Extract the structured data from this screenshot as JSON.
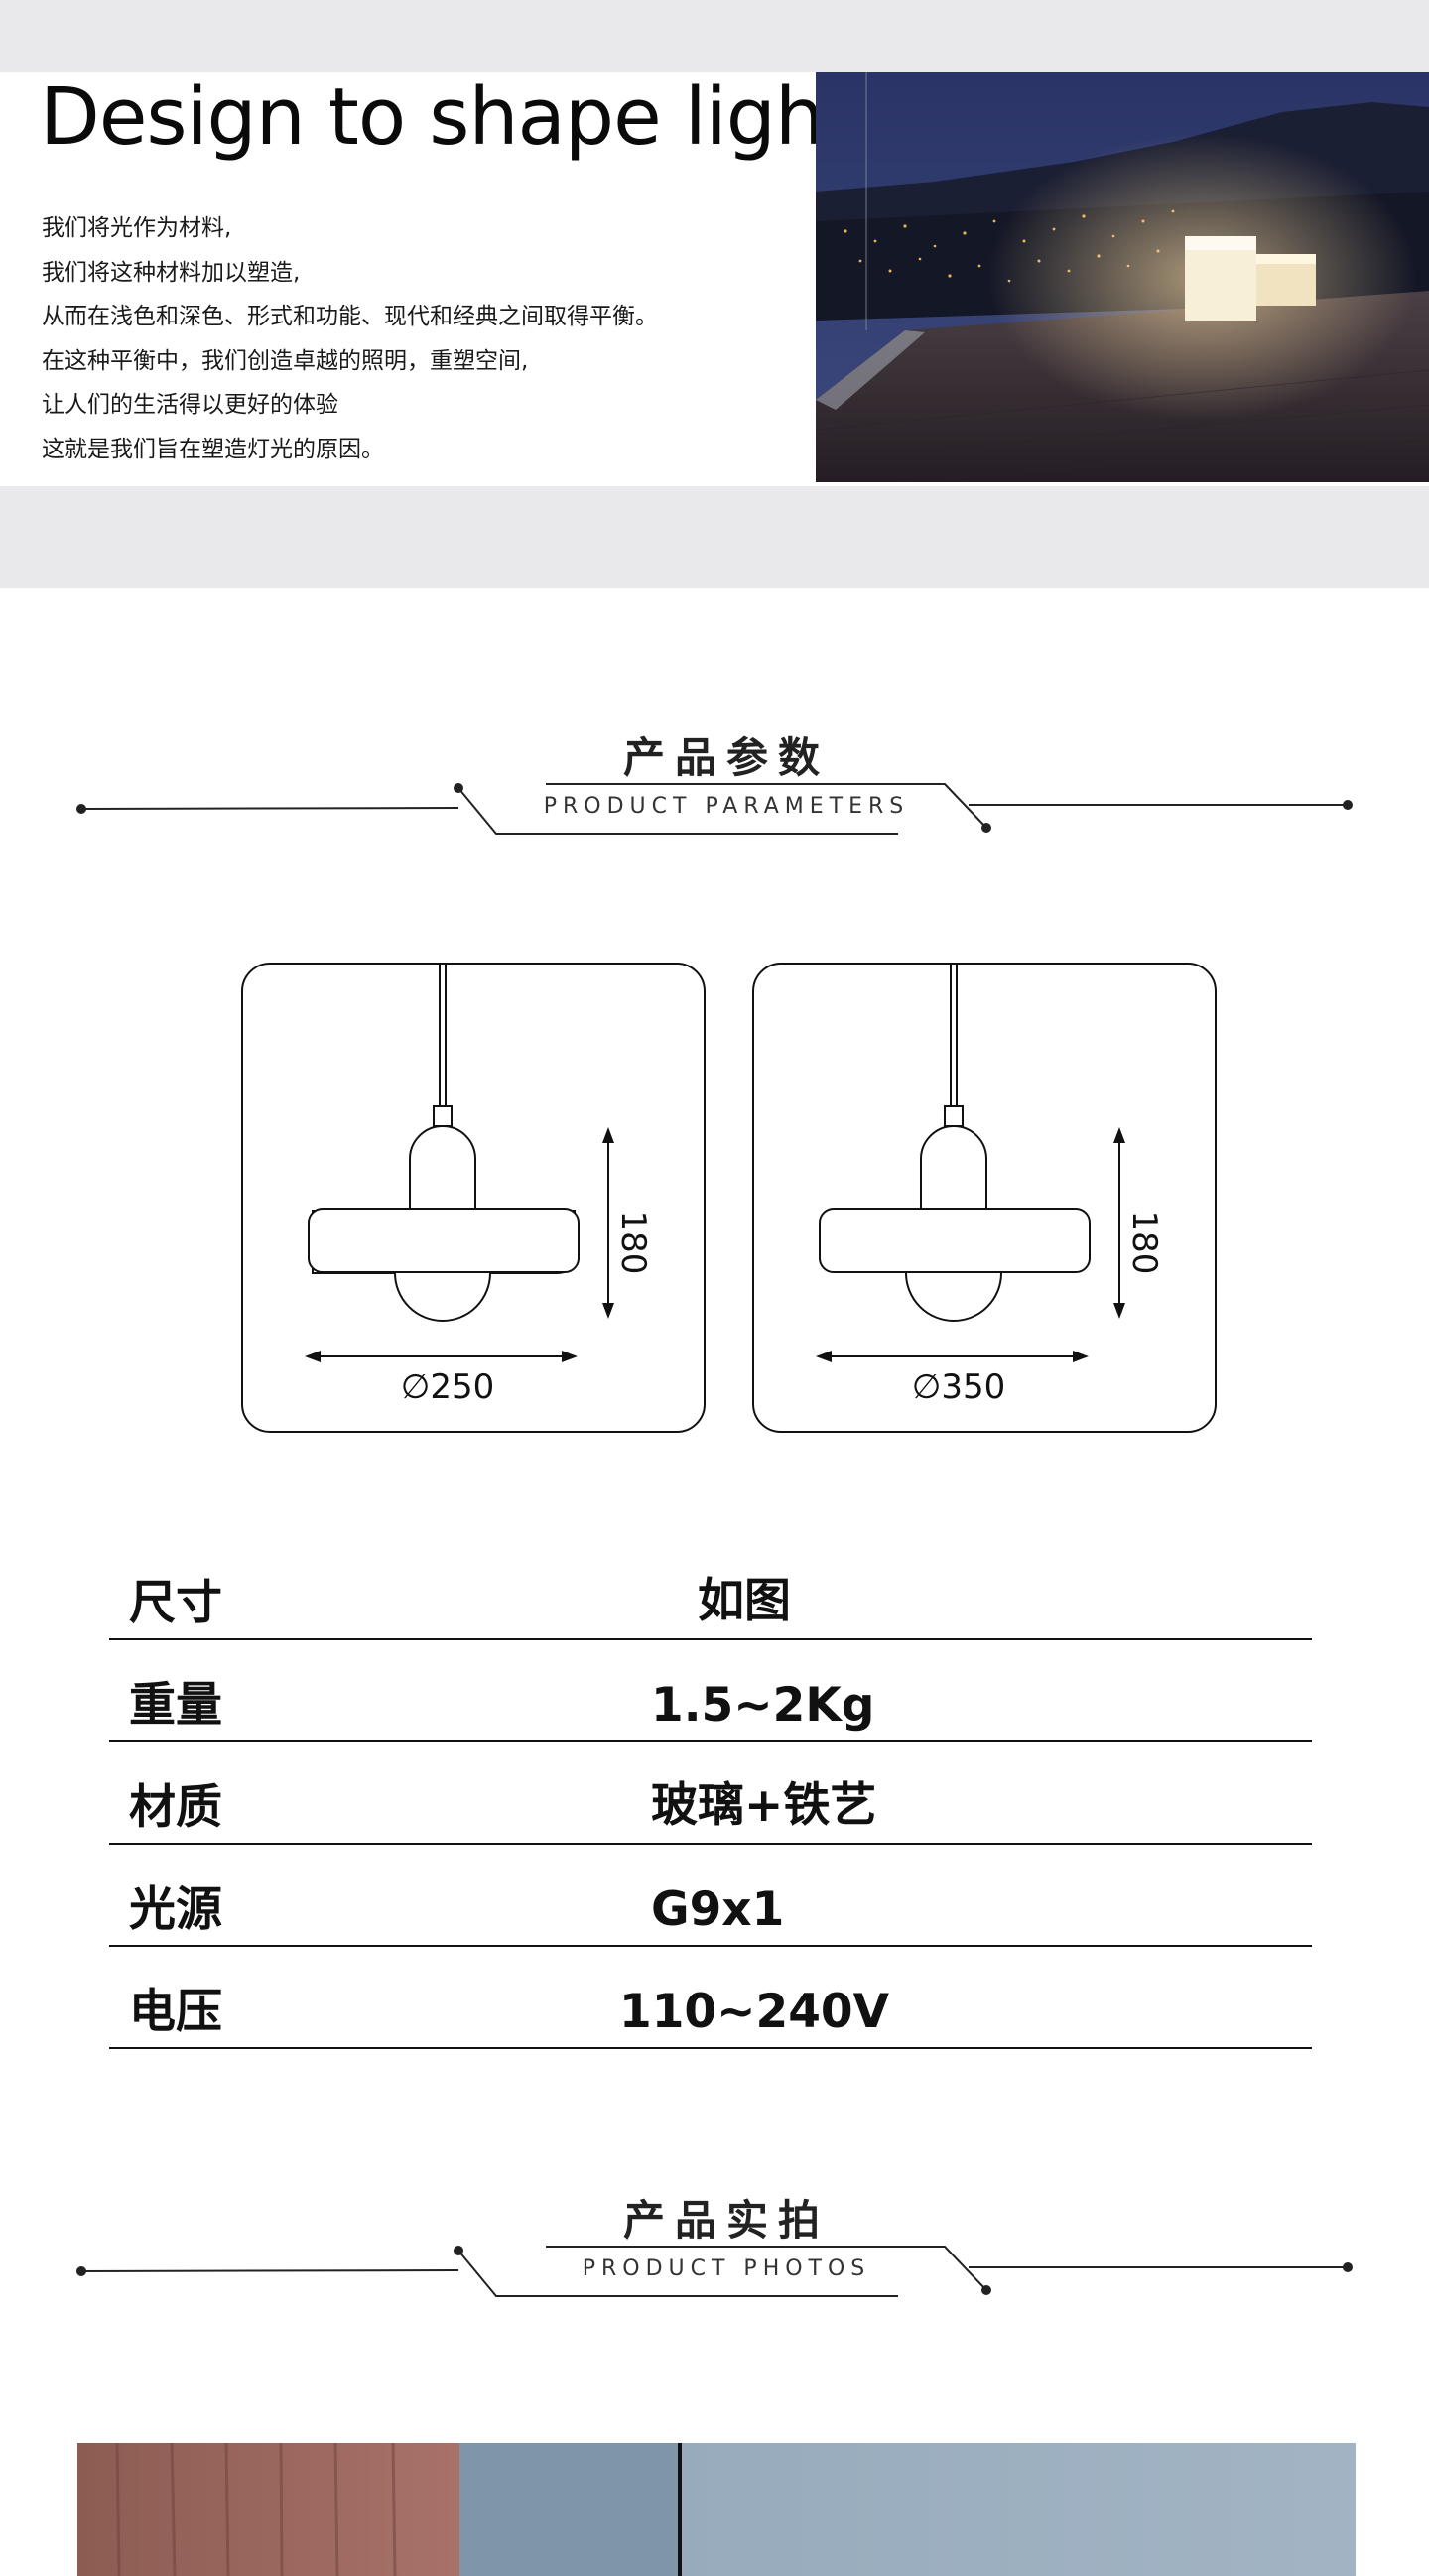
{
  "intro": {
    "headline": "Design to shape light",
    "lines": [
      "我们将光作为材料,",
      "我们将这种材料加以塑造,",
      "从而在浅色和深色、形式和功能、现代和经典之间取得平衡。",
      "在这种平衡中，我们创造卓越的照明，重塑空间,",
      "让人们的生活得以更好的体验",
      "这就是我们旨在塑造灯光的原因。"
    ]
  },
  "params_header": {
    "title": "产品参数",
    "subtitle": "PRODUCT PARAMETERS"
  },
  "diagrams": [
    {
      "height_label": "180",
      "diameter_label": "∅250"
    },
    {
      "height_label": "180",
      "diameter_label": "∅350"
    }
  ],
  "specs": [
    {
      "label": "尺寸",
      "value": "如图"
    },
    {
      "label": "重量",
      "value": "1.5~2Kg"
    },
    {
      "label": "材质",
      "value": "玻璃+铁艺"
    },
    {
      "label": "光源",
      "value": "G9x1"
    },
    {
      "label": "电压",
      "value": "110~240V"
    }
  ],
  "photos_header": {
    "title": "产品实拍",
    "subtitle": "PRODUCT PHOTOS"
  }
}
